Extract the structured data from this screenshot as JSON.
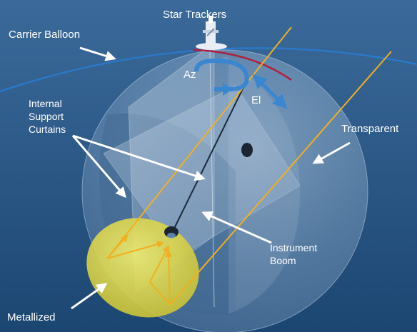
{
  "labels": {
    "star_trackers": "Star Trackers",
    "carrier_balloon": "Carrier Balloon",
    "az": "Az",
    "el": "El",
    "internal_support_curtains": "Internal\nSupport\nCurtains",
    "transparent": "Transparent",
    "instrument_boom": "Instrument\nBoom",
    "metallized": "Metallized"
  },
  "colors": {
    "background_top": "#3b6a9a",
    "background_bottom": "#1c4672",
    "balloon_line": "#2a78c8",
    "light_rays": "#f0b020",
    "metallized_reflector": "#e8e040",
    "az_el_arrows": "#3a86d0",
    "mount_arc": "#b0203a",
    "label_text": "#ffffff"
  }
}
